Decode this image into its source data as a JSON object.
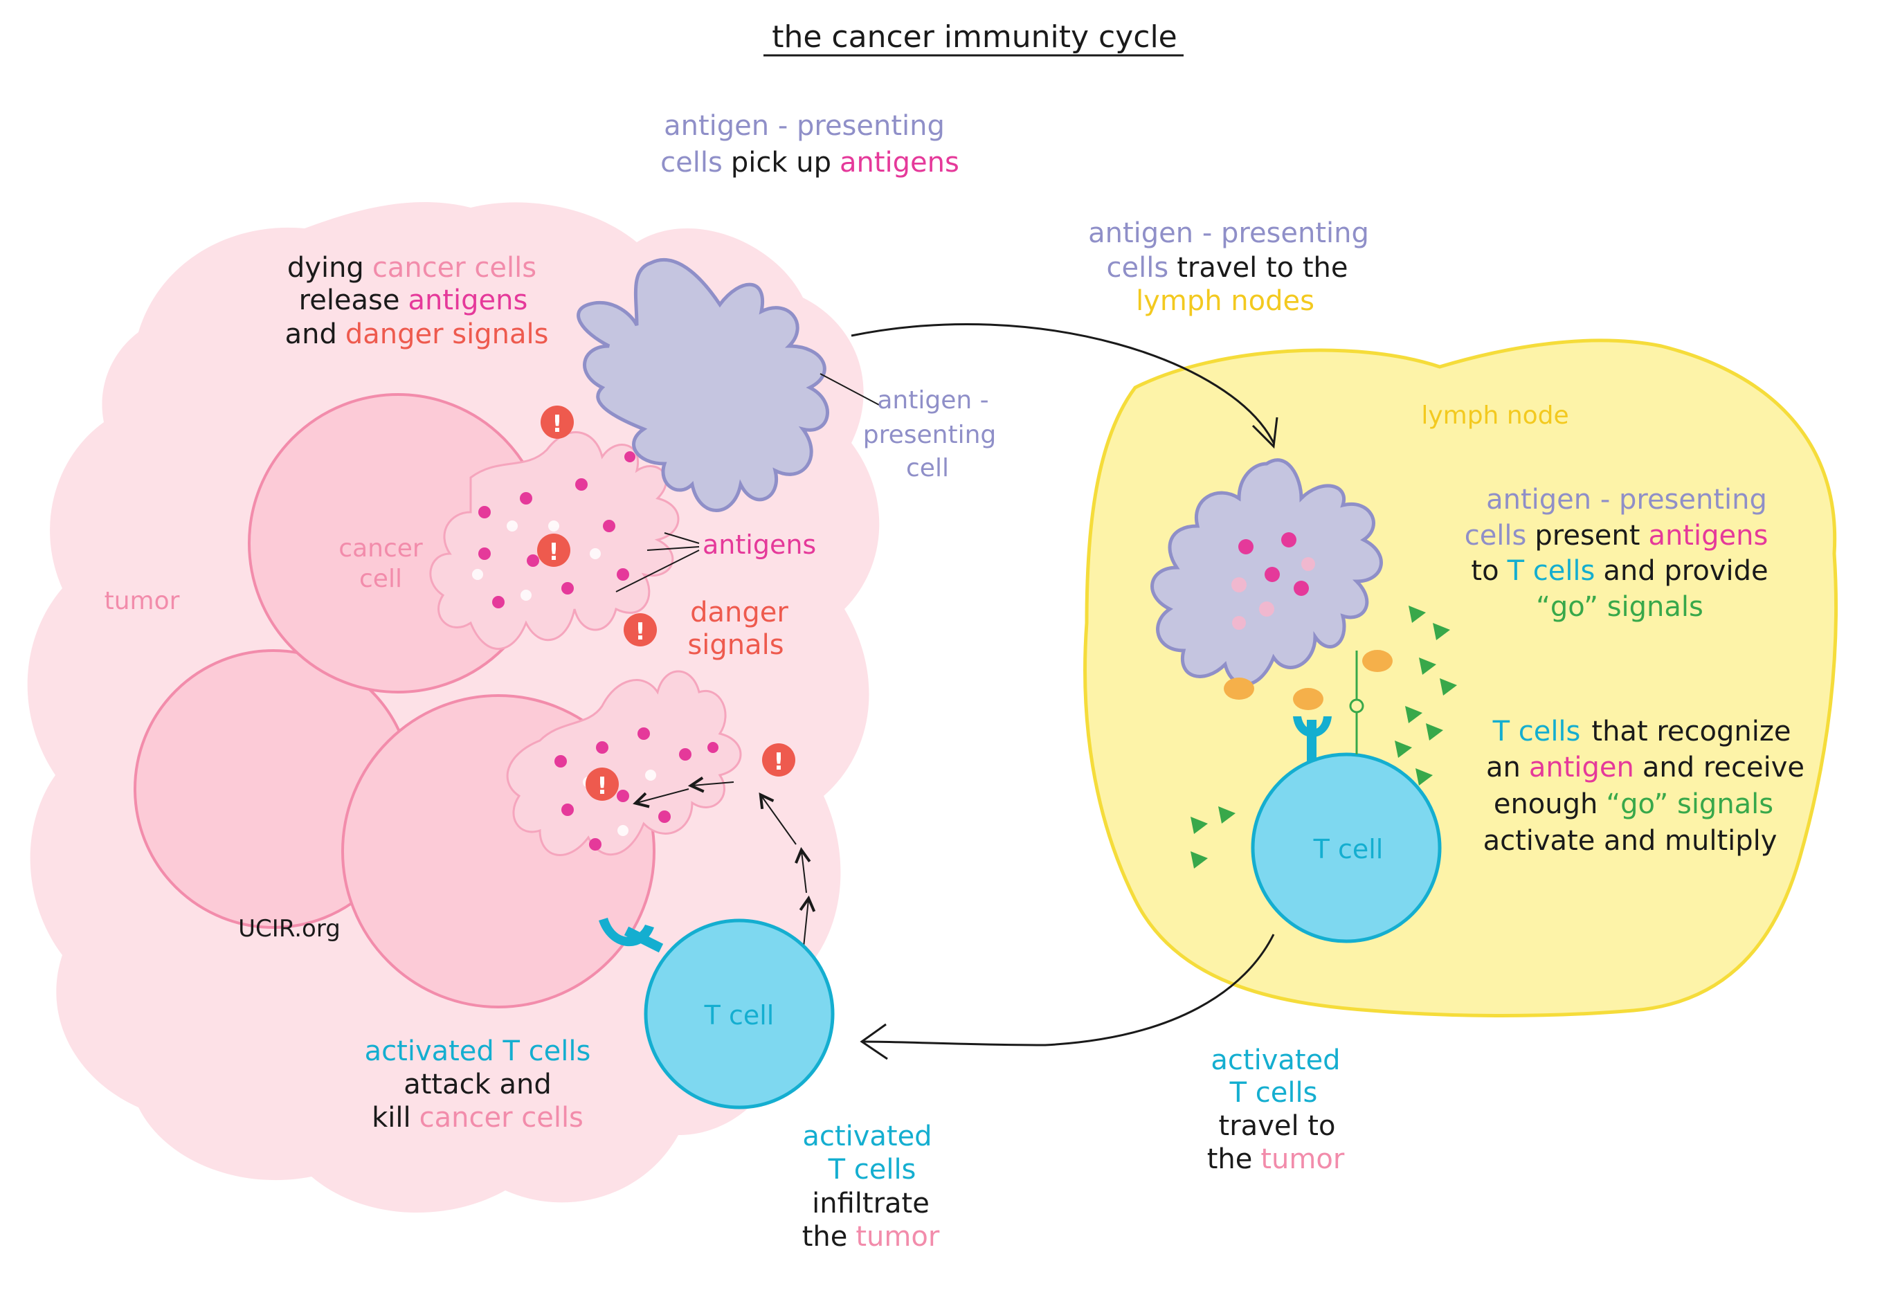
{
  "title": "the cancer immunity cycle",
  "colors": {
    "black": "#1a1a1a",
    "apc": "#8f8fc8",
    "antigen": "#e5399a",
    "danger": "#ee5a4e",
    "cancer": "#f28cab",
    "lymph": "#f3c91f",
    "tcell": "#14aed0",
    "go": "#38a84a",
    "tumor_fill": "#fde1e7",
    "lymph_fill": "#fdf3a8"
  },
  "labels": {
    "tumor": "tumor",
    "cancer_cell": [
      "cancer",
      "cell"
    ],
    "watermark": "UCIR.org",
    "apc_name": [
      "antigen -",
      "presenting",
      "cell"
    ],
    "antigens": "antigens",
    "danger_signals": [
      "danger",
      "signals"
    ],
    "t_cell": "T cell",
    "lymph_node": "lymph node"
  },
  "steps": {
    "release": {
      "l1_dark": "dying",
      "l1_color": "cancer cells",
      "l2_dark": "release",
      "l2_color": "antigens",
      "l3_dark": "and",
      "l3_color": "danger signals"
    },
    "pickup": {
      "l1": "antigen - presenting",
      "l2_color1": "cells",
      "l2_dark": "pick up",
      "l2_color2": "antigens"
    },
    "travel_ln": {
      "l1": "antigen - presenting",
      "l2_color": "cells",
      "l2_dark": "travel to the",
      "l3": "lymph nodes"
    },
    "present": {
      "l1": "antigen - presenting",
      "l2_apc": "cells",
      "l2_dark": "present",
      "l2_ant": "antigens",
      "l3_dark1": "to",
      "l3_t": "T cells",
      "l3_dark2": "and provide",
      "l4_go": "“go” signals"
    },
    "activate": {
      "l1_t": "T cells",
      "l1_dark": "that recognize",
      "l2_dark1": "an",
      "l2_ant": "antigen",
      "l2_dark2": "and  receive",
      "l3_dark": "enough",
      "l3_go": "“go” signals",
      "l4": "activate  and multiply"
    },
    "travel_tumor": {
      "l1": "activated",
      "l2": "T cells",
      "l3": "travel to",
      "l4_dark": "the",
      "l4_tumor": "tumor"
    },
    "infiltrate": {
      "l1": "activated",
      "l2": "T cells",
      "l3": "infiltrate",
      "l4_dark": "the",
      "l4_tumor": "tumor"
    },
    "kill": {
      "l1": "activated T cells",
      "l2": "attack  and",
      "l3_dark": "kill",
      "l3_cancer": "cancer cells"
    }
  },
  "icons": [
    "danger-signal-icon",
    "arrow-head-icon",
    "receptor-icon",
    "go-signal-triangle-icon"
  ]
}
